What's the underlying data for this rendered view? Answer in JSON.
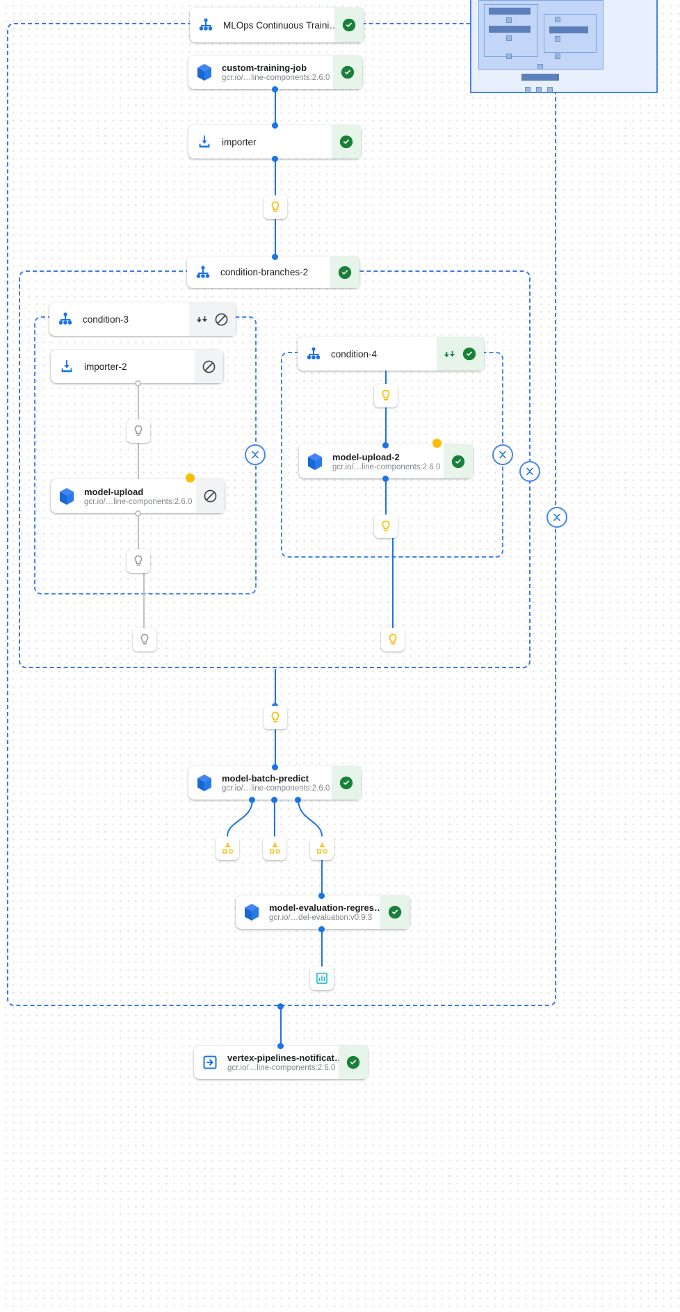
{
  "app": {
    "view": "pipeline-run-dag",
    "colors": {
      "accent_blue": "#1a73e8",
      "group_border": "#4285f4",
      "status_success_bg": "#e6f4ea",
      "status_success_fg": "#188038",
      "status_skipped_bg": "#f1f3f4",
      "status_skipped_fg": "#5f6368",
      "artifact_amber": "#fbbc04",
      "metric_cyan": "#12b5cb",
      "node_title": "#202124",
      "node_subtitle": "#80868b"
    }
  },
  "minimap": {
    "name": "minimap",
    "visible": true
  },
  "nodes": [
    {
      "id": "mlops-continuous-training",
      "title": "MLOps Continuous Traini…",
      "subtitle": "",
      "icon": "dag-root-icon",
      "status": "success",
      "status_icon": "check-circle-icon",
      "bold": false
    },
    {
      "id": "custom-training-job",
      "title": "custom-training-job",
      "subtitle": "gcr.io/…line-components:2.6.0",
      "icon": "component-cube-icon",
      "status": "success",
      "status_icon": "check-circle-icon",
      "bold": true
    },
    {
      "id": "importer",
      "title": "importer",
      "subtitle": "",
      "icon": "import-download-icon",
      "status": "success",
      "status_icon": "check-circle-icon",
      "bold": false
    },
    {
      "id": "condition-branches-2",
      "title": "condition-branches-2",
      "subtitle": "",
      "icon": "dag-root-icon",
      "status": "success",
      "status_icon": "check-circle-icon",
      "bold": false
    },
    {
      "id": "condition-3",
      "title": "condition-3",
      "subtitle": "",
      "icon": "dag-root-icon",
      "status": "skipped",
      "status_icon": "block-circle-icon",
      "extra_icon": "branch-arrows-icon",
      "bold": false
    },
    {
      "id": "importer-2",
      "title": "importer-2",
      "subtitle": "",
      "icon": "import-download-icon",
      "status": "skipped",
      "status_icon": "block-circle-icon",
      "bold": false
    },
    {
      "id": "model-upload",
      "title": "model-upload",
      "subtitle": "gcr.io/…line-components:2.6.0",
      "icon": "component-cube-icon",
      "status": "skipped",
      "status_icon": "block-circle-icon",
      "bold": true
    },
    {
      "id": "condition-4",
      "title": "condition-4",
      "subtitle": "",
      "icon": "dag-root-icon",
      "status": "success",
      "status_icon": "check-circle-icon",
      "extra_icon": "branch-arrows-icon",
      "bold": false
    },
    {
      "id": "model-upload-2",
      "title": "model-upload-2",
      "subtitle": "gcr.io/…line-components:2.6.0",
      "icon": "component-cube-icon",
      "status": "success",
      "status_icon": "check-circle-icon",
      "bold": true
    },
    {
      "id": "model-batch-predict",
      "title": "model-batch-predict",
      "subtitle": "gcr.io/…line-components:2.6.0",
      "icon": "component-cube-icon",
      "status": "success",
      "status_icon": "check-circle-icon",
      "bold": true
    },
    {
      "id": "model-evaluation-regression",
      "title": "model-evaluation-regres…",
      "subtitle": "gcr.io/…del-evaluation:v0.9.3",
      "icon": "component-cube-icon",
      "status": "success",
      "status_icon": "check-circle-icon",
      "bold": true
    },
    {
      "id": "vertex-pipelines-notification",
      "title": "vertex-pipelines-notificat…",
      "subtitle": "gcr.io/…line-components:2.6.0",
      "icon": "exit-arrow-icon",
      "status": "success",
      "status_icon": "check-circle-icon",
      "bold": true
    }
  ],
  "badges": [
    {
      "id": "badge-1",
      "icon": "lightbulb-icon",
      "state": "active"
    },
    {
      "id": "badge-2",
      "icon": "lightbulb-icon",
      "state": "disabled"
    },
    {
      "id": "badge-3",
      "icon": "lightbulb-icon",
      "state": "disabled"
    },
    {
      "id": "badge-4",
      "icon": "lightbulb-icon",
      "state": "disabled"
    },
    {
      "id": "badge-5",
      "icon": "lightbulb-icon",
      "state": "active"
    },
    {
      "id": "badge-6",
      "icon": "lightbulb-icon",
      "state": "active"
    },
    {
      "id": "badge-7",
      "icon": "lightbulb-icon",
      "state": "active"
    },
    {
      "id": "badge-8",
      "icon": "lightbulb-icon",
      "state": "active"
    },
    {
      "id": "badge-9",
      "icon": "artifact-dataset-icon",
      "state": "active"
    },
    {
      "id": "badge-10",
      "icon": "artifact-dataset-icon",
      "state": "active"
    },
    {
      "id": "badge-11",
      "icon": "artifact-dataset-icon",
      "state": "active"
    },
    {
      "id": "badge-12",
      "icon": "metrics-chart-icon",
      "state": "active"
    }
  ],
  "collapse_buttons": [
    {
      "id": "collapse-1",
      "icon": "collapse-chevrons-icon"
    },
    {
      "id": "collapse-2",
      "icon": "collapse-chevrons-icon"
    },
    {
      "id": "collapse-3",
      "icon": "collapse-chevrons-icon"
    },
    {
      "id": "collapse-4",
      "icon": "collapse-chevrons-icon"
    }
  ]
}
